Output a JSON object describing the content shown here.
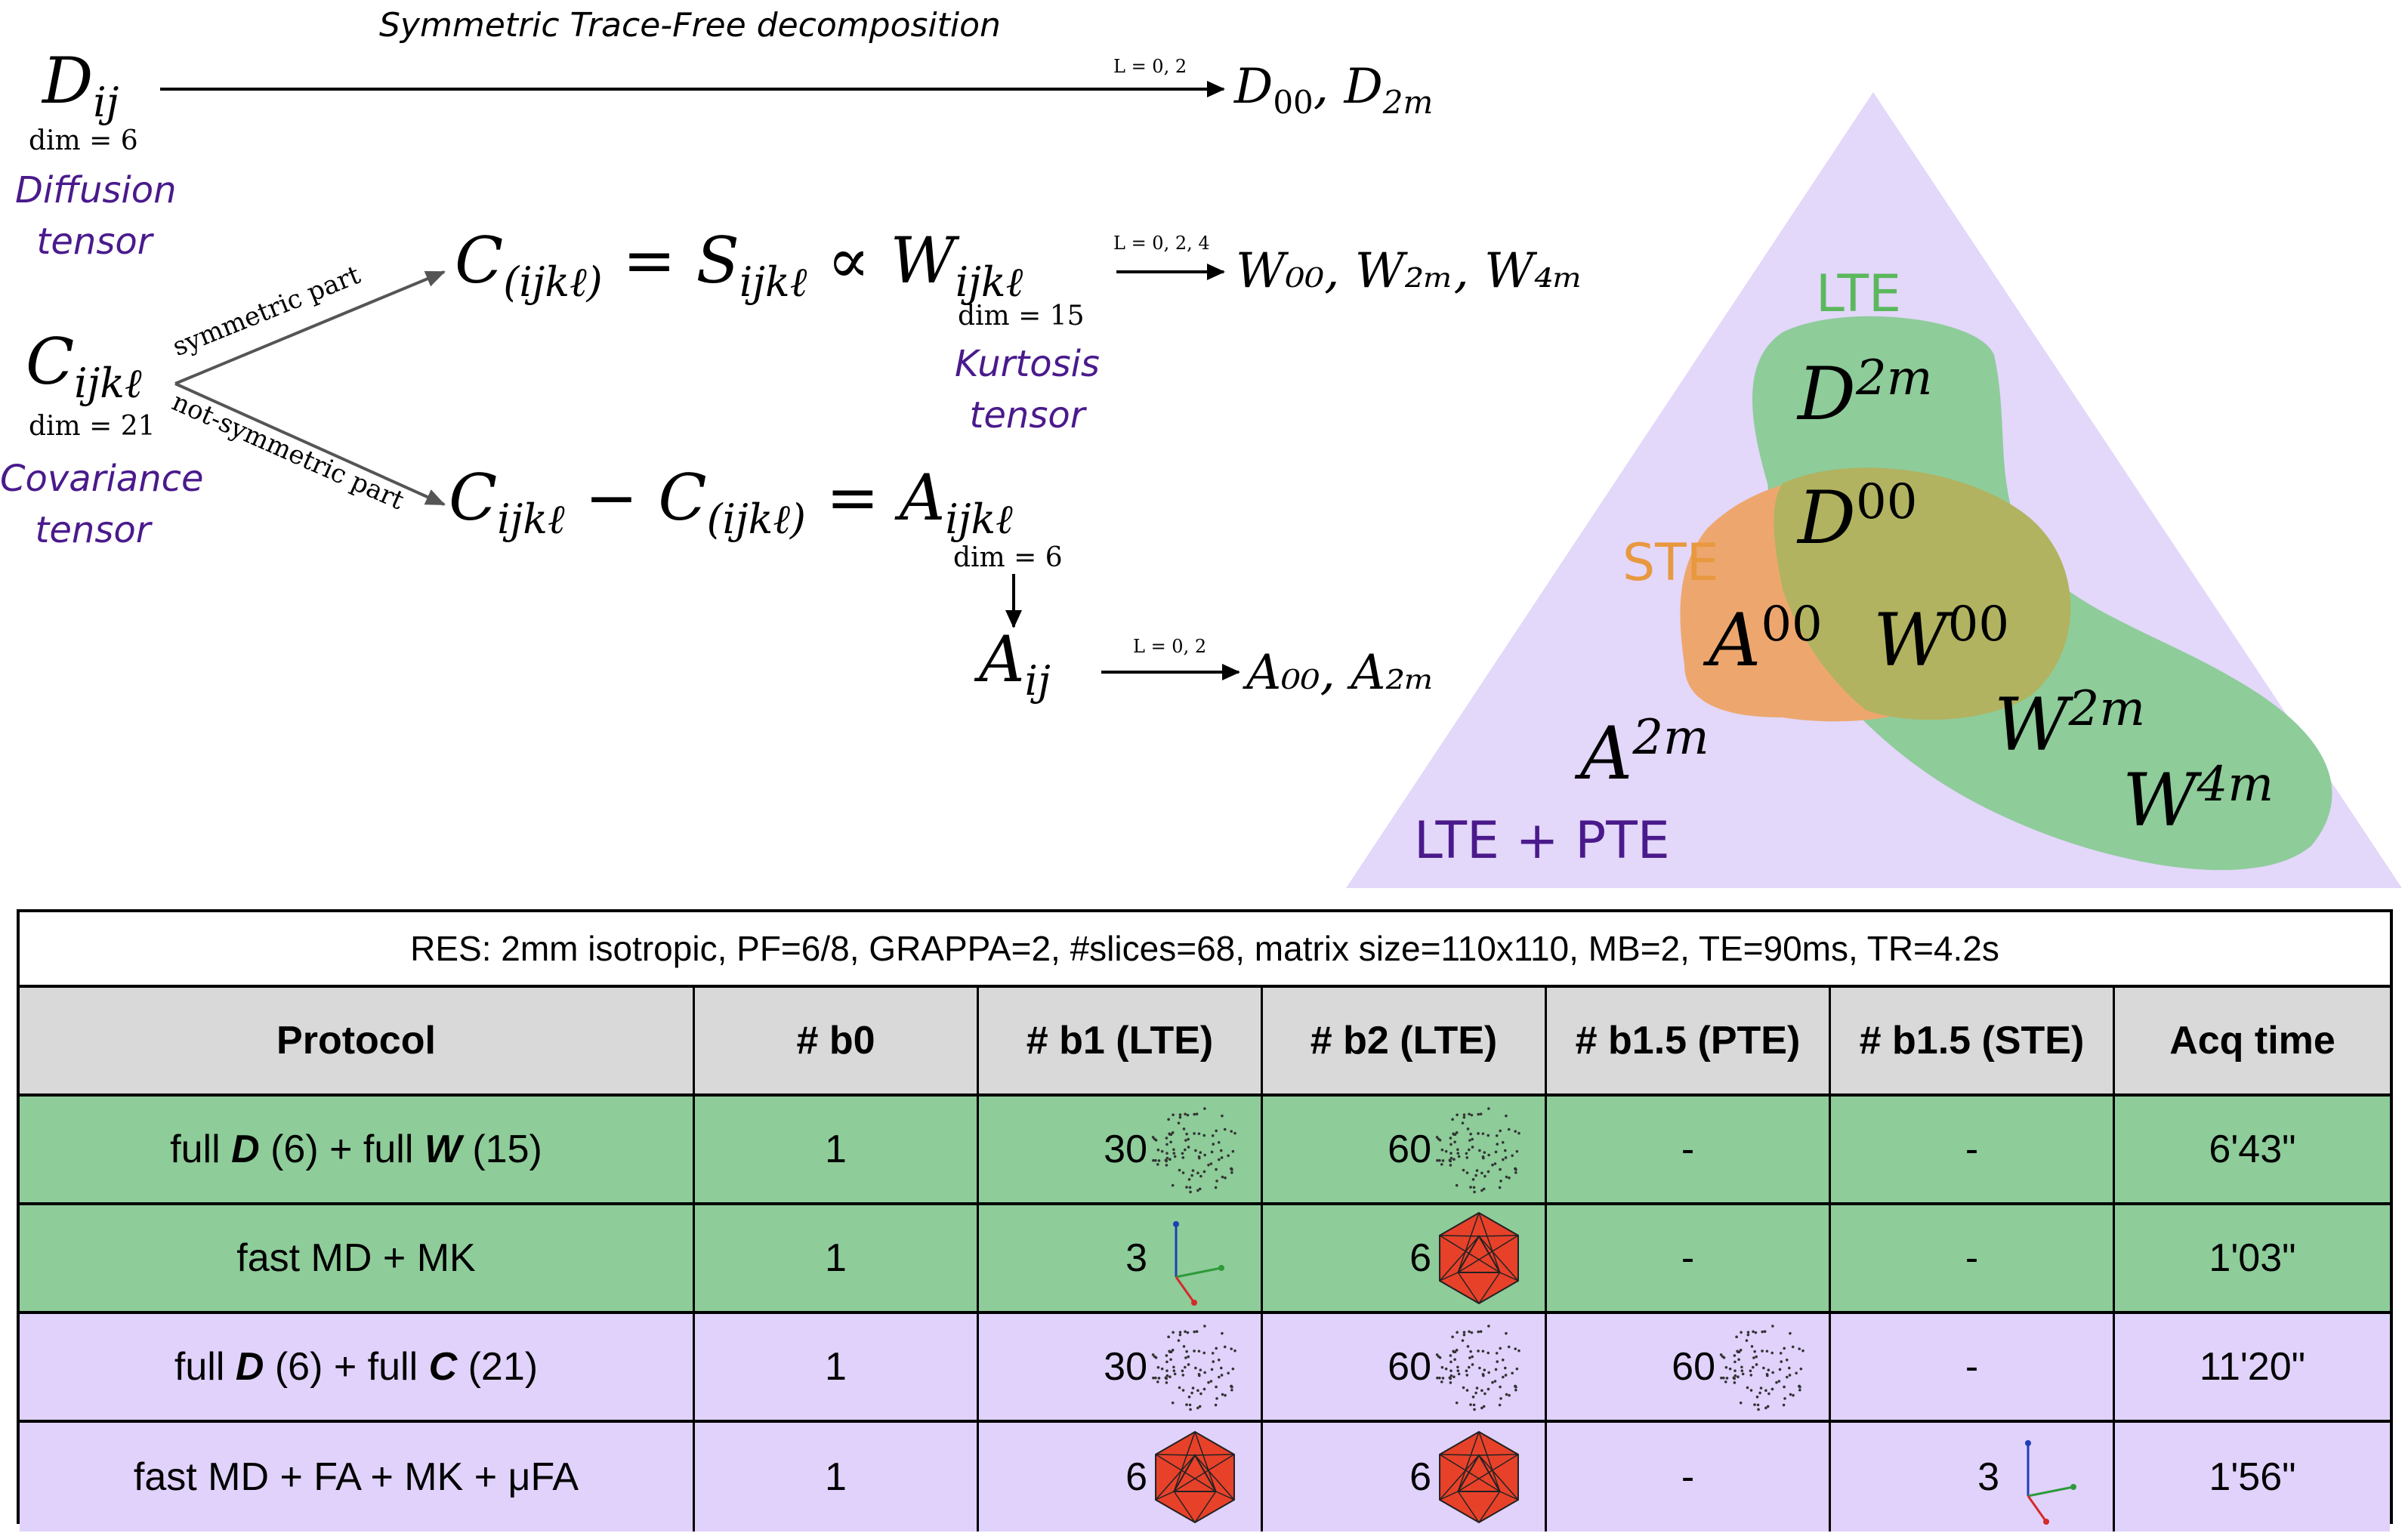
{
  "diagram": {
    "title": "Symmetric Trace-Free decomposition",
    "diffusion": {
      "symbol": "D",
      "sub": "ij",
      "dim": "dim  = 6",
      "label_line1": "Diffusion",
      "label_line2": "tensor",
      "arrow_label": "L = 0, 2",
      "result": "D",
      "result_sub1": "00",
      "result_sep": ",",
      "result_sub2": "2m"
    },
    "covariance": {
      "symbol": "C",
      "sub": "ijkℓ",
      "dim": "dim  = 21",
      "label_line1": "Covariance",
      "label_line2": "tensor",
      "sym_arrow_label": "symmetric part",
      "nonsym_arrow_label": "not-symmetric part"
    },
    "symmetric": {
      "lhs": "C",
      "lhs_sub": "(ijkℓ)",
      "eq": "=",
      "mid": "S",
      "mid_sub": "ijkℓ",
      "prop": "∝",
      "rhs": "W",
      "rhs_sub": "ijkℓ",
      "dim": "dim = 15",
      "label_line1": "Kurtosis",
      "label_line2": "tensor",
      "arrow_label": "L = 0, 2, 4",
      "result": "W₀₀,  W₂ₘ,  W₄ₘ"
    },
    "antisymmetric": {
      "lhs": "C",
      "lhs_sub": "ijkℓ",
      "minus": "−",
      "lhs2": "C",
      "lhs2_sub": "(ijkℓ)",
      "eq": "=",
      "rhs": "A",
      "rhs_sub": "ijkℓ",
      "dim": "dim = 6",
      "reduced": "A",
      "reduced_sub": "ij",
      "arrow_label": "L = 0, 2",
      "result": "A₀₀,  A₂ₘ"
    },
    "venn": {
      "lte_label": "LTE",
      "ste_label": "STE",
      "pte_label": "LTE + PTE",
      "d2m": {
        "base": "D",
        "sup": "2m"
      },
      "d00": {
        "base": "D",
        "sup": "00"
      },
      "a00": {
        "base": "A",
        "sup": "00"
      },
      "w00": {
        "base": "W",
        "sup": "00"
      },
      "w2m": {
        "base": "W",
        "sup": "2m"
      },
      "w4m": {
        "base": "W",
        "sup": "4m"
      },
      "a2m": {
        "base": "A",
        "sup": "2m"
      },
      "colors": {
        "lilac": "#e3d7fa",
        "green": "#8ecc9a",
        "orange": "#eda76e",
        "olive": "#b1b360",
        "lte_text": "#5bb85c",
        "ste_text": "#e8983f",
        "pte_text": "#4a1a8c"
      }
    }
  },
  "table": {
    "header_note": "RES: 2mm isotropic, PF=6/8, GRAPPA=2, #slices=68, matrix size=110x110, MB=2, TE=90ms, TR=4.2s",
    "columns": [
      "Protocol",
      "# b0",
      "# b1 (LTE)",
      "# b2 (LTE)",
      "# b1.5 (PTE)",
      "# b1.5 (STE)",
      "Acq time"
    ],
    "rows": [
      {
        "protocol": {
          "p1": "full ",
          "b1": "D",
          "p2": " (6) + full ",
          "b2": "W",
          "p3": " (15)"
        },
        "b0": "1",
        "b1": {
          "value": "30",
          "icon": "dots-sphere-icon"
        },
        "b2": {
          "value": "60",
          "icon": "dots-sphere-icon"
        },
        "pte": {
          "value": "-",
          "icon": ""
        },
        "ste": {
          "value": "-",
          "icon": ""
        },
        "time": "6'43\"",
        "color": "#8ecc9a"
      },
      {
        "protocol": {
          "p1": "fast MD + MK",
          "b1": "",
          "p2": "",
          "b2": "",
          "p3": ""
        },
        "b0": "1",
        "b1": {
          "value": "3",
          "icon": "axes-icon"
        },
        "b2": {
          "value": "6",
          "icon": "icosahedron-icon"
        },
        "pte": {
          "value": "-",
          "icon": ""
        },
        "ste": {
          "value": "-",
          "icon": ""
        },
        "time": "1'03\"",
        "color": "#8ecc9a"
      },
      {
        "protocol": {
          "p1": "full ",
          "b1": "D",
          "p2": " (6) + full ",
          "b2": "C",
          "p3": " (21)"
        },
        "b0": "1",
        "b1": {
          "value": "30",
          "icon": "dots-sphere-icon"
        },
        "b2": {
          "value": "60",
          "icon": "dots-sphere-icon"
        },
        "pte": {
          "value": "60",
          "icon": "dots-sphere-icon"
        },
        "ste": {
          "value": "-",
          "icon": ""
        },
        "time": "11'20\"",
        "color": "#e0d2fb"
      },
      {
        "protocol": {
          "p1": "fast MD + FA + MK + μFA",
          "b1": "",
          "p2": "",
          "b2": "",
          "p3": ""
        },
        "b0": "1",
        "b1": {
          "value": "6",
          "icon": "icosahedron-icon"
        },
        "b2": {
          "value": "6",
          "icon": "icosahedron-icon"
        },
        "pte": {
          "value": "-",
          "icon": ""
        },
        "ste": {
          "value": "3",
          "icon": "axes-icon"
        },
        "time": "1'56\"",
        "color": "#e0d2fb"
      }
    ]
  }
}
